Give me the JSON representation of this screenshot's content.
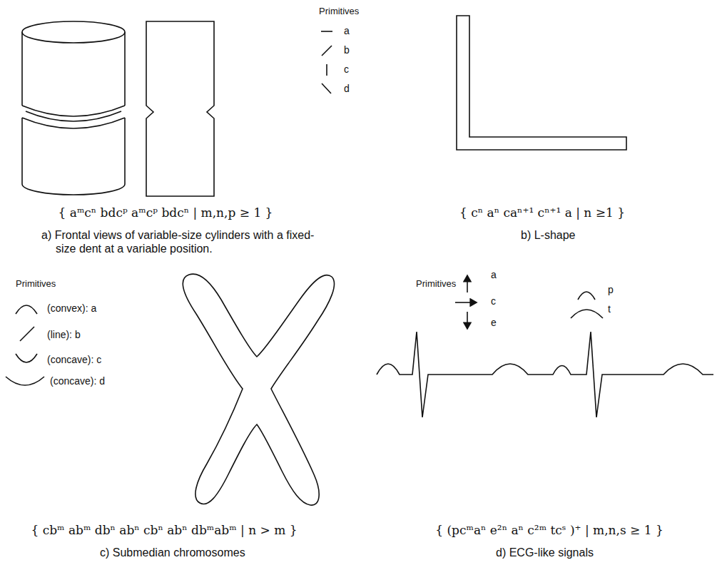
{
  "diagram": {
    "labels": [
      "Primitives",
      "a",
      "b",
      "c",
      "d",
      "{ aᵐcⁿ bdcᵖ aᵐcᵖ bdcⁿ | m,n,p ≥ 1 }",
      "a) Frontal views of variable-size cylinders with a fixed-size dent at a variable position.",
      "{ cⁿ aⁿ caⁿ⁺¹ cⁿ⁺¹ a | n ≥1 }",
      "b) L-shape",
      "Primitives",
      "(convex): a",
      "(line): b",
      "(concave): c",
      "(concave): d",
      "{ cbᵐ abᵐ dbⁿ abⁿ cbⁿ abⁿ dbᵐabᵐ | n > m }",
      "c) Submedian chromosomes",
      "Primitives",
      "a",
      "c",
      "e",
      "p",
      "t",
      "{ (pcᵐaⁿ e²ⁿ aⁿ c²ᵐ tcˢ )⁺ | m,n,s ≥ 1 }",
      "d) ECG-like signals"
    ]
  }
}
